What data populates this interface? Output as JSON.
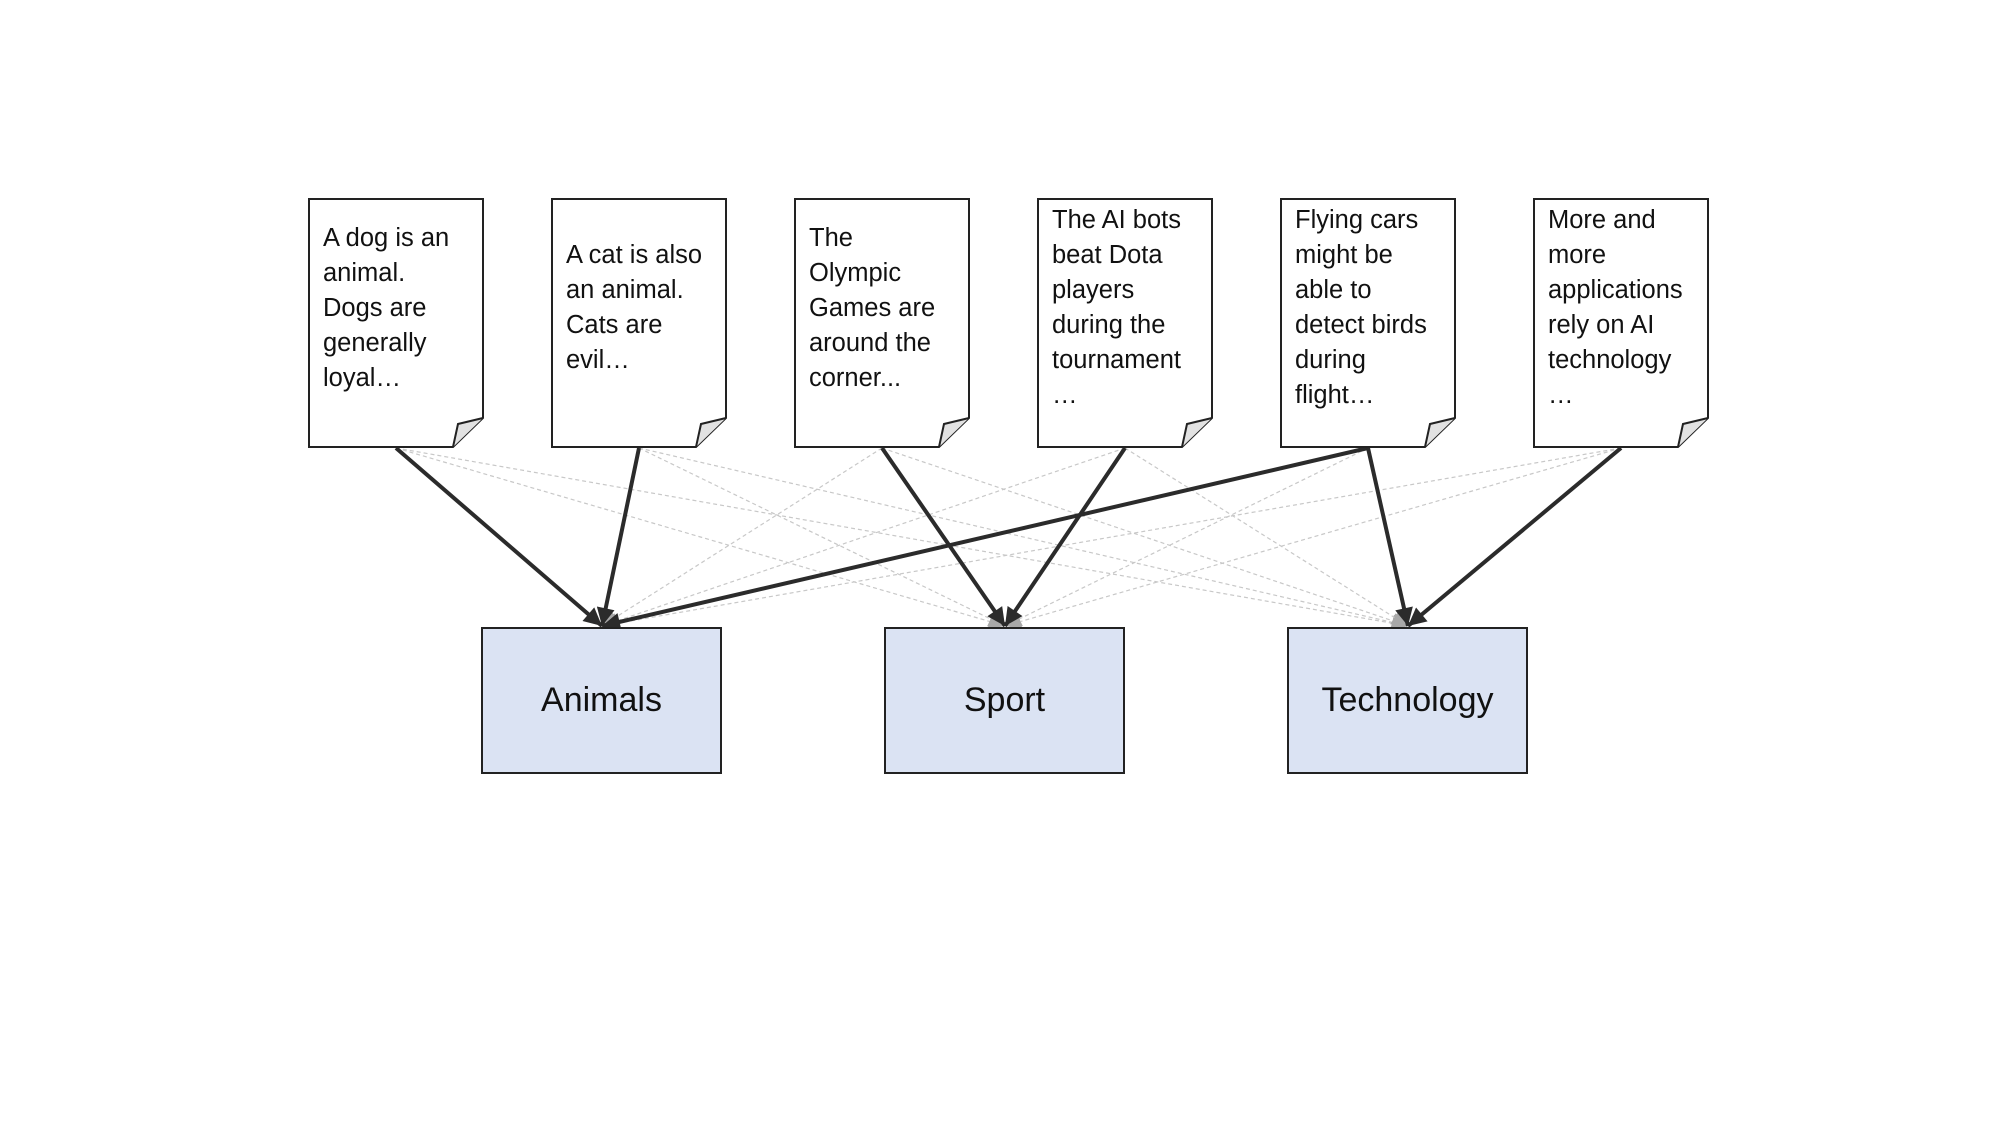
{
  "documents": [
    {
      "text": "A dog is an\nanimal.\nDogs are\ngenerally\nloyal…",
      "category": 0
    },
    {
      "text": "A cat is also\nan animal.\nCats are\nevil…",
      "category": 0
    },
    {
      "text": "The\nOlympic\nGames are\naround the\ncorner...",
      "category": 1
    },
    {
      "text": "The AI bots\nbeat Dota\nplayers\nduring the\ntournament\n…",
      "category": 1
    },
    {
      "text": "Flying cars\nmight be\nable to\ndetect birds\nduring\nflight…",
      "category": [
        0,
        2
      ]
    },
    {
      "text": "More and\nmore\napplications\nrely on AI\ntechnology\n…",
      "category": 2
    }
  ],
  "categories": [
    {
      "label": "Animals"
    },
    {
      "label": "Sport"
    },
    {
      "label": "Technology"
    }
  ],
  "colors": {
    "category_fill": "#dbe3f3",
    "strong_edge": "#2b2b2b",
    "faint_edge": "#c8c8c8"
  }
}
